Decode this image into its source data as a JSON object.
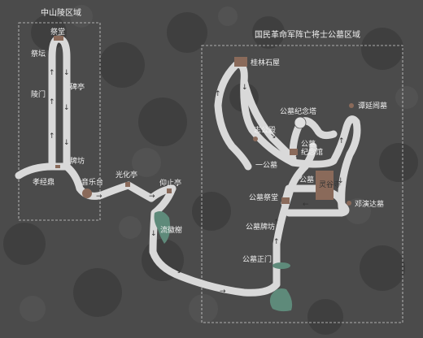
{
  "regions": {
    "zhongshan": "中山陵区域",
    "revolution": "国民革命军阵亡将士公墓区域"
  },
  "landmarks": {
    "jitang": "祭堂",
    "jitai": "祭坛",
    "beiting": "碑亭",
    "lingmen": "陵门",
    "paifang": "牌坊",
    "xiaojingding": "孝经鼎",
    "yinyuetai": "音乐台",
    "guanghuating": "光化亭",
    "yangzhiting": "仰止亭",
    "liuhuishu": "流徽榭",
    "guilinshiwu": "桂林石屋",
    "gongmujinianta": "公墓纪念塔",
    "tanyankaimu": "谭延闿墓",
    "zhigongci": "志公殿",
    "gongmujinianguan": "公墓纪念馆",
    "yigongmu": "一公墓",
    "linggusi": "灵谷寺",
    "gongmujitang": "公墓祭堂",
    "dengyandamu": "邓演达墓",
    "gongmupaifang": "公墓牌坊",
    "gongmuzhengmen": "公墓正门"
  },
  "colors": {
    "background": "#4a4a4a",
    "road": "#d9d9d9",
    "water": "#5e8a7a",
    "region_border": "#cfcfcf"
  }
}
